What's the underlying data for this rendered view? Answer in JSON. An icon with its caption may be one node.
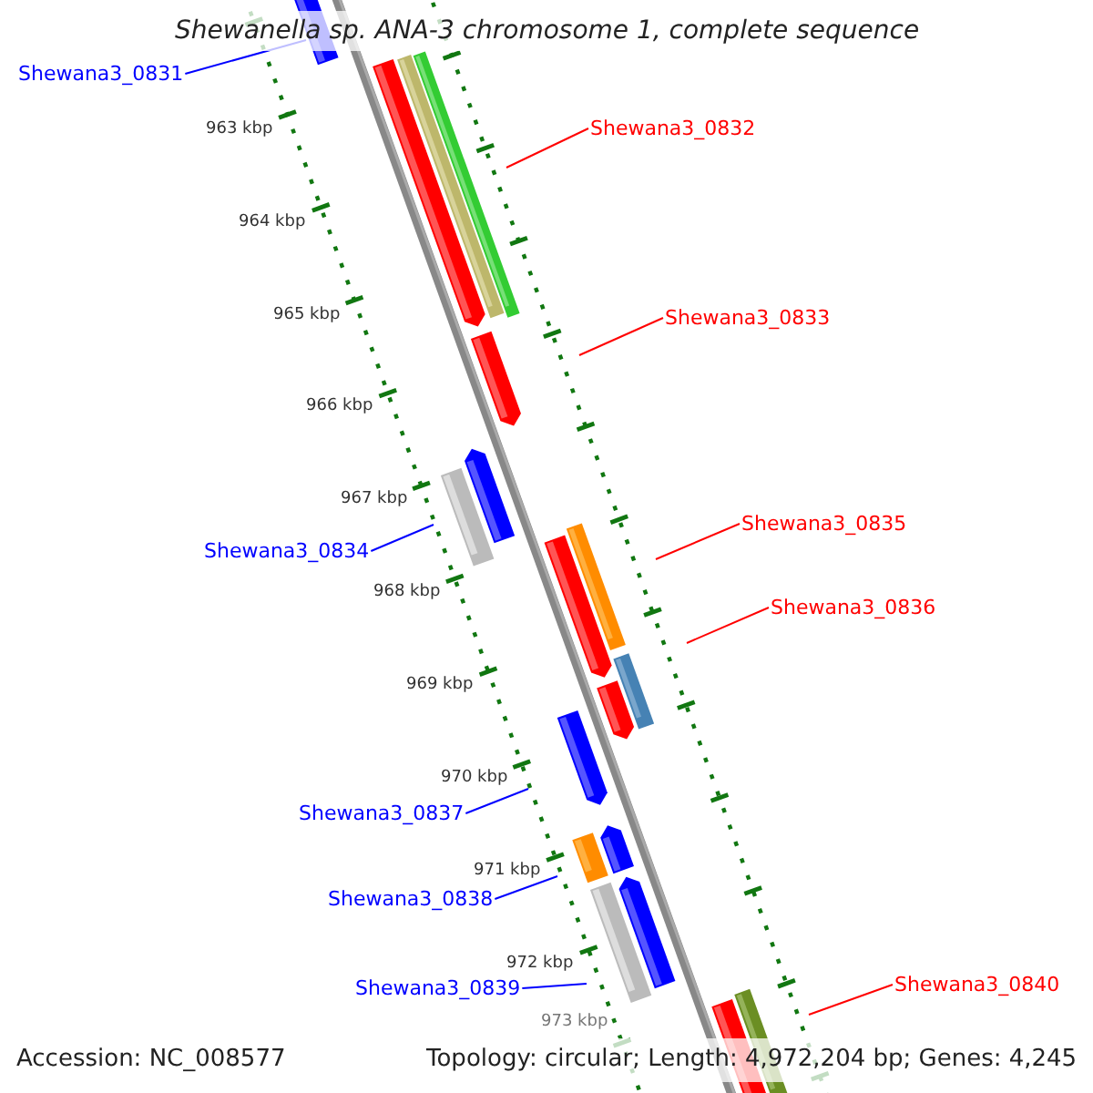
{
  "diagram": {
    "title": "Shewanella sp. ANA-3 chromosome 1, complete sequence",
    "nodes": [
      {
        "text": [
          "Shewana3_0831"
        ]
      },
      {
        "text": [
          "Shewana3_0832"
        ]
      },
      {
        "text": [
          "Shewana3_0833"
        ]
      },
      {
        "text": [
          "Shewana3_0834"
        ]
      },
      {
        "text": [
          "Shewana3_0835"
        ]
      },
      {
        "text": [
          "Shewana3_0836"
        ]
      },
      {
        "text": [
          "Shewana3_0837"
        ]
      },
      {
        "text": [
          "Shewana3_0838"
        ]
      },
      {
        "text": [
          "Shewana3_0839"
        ]
      },
      {
        "text": [
          "Shewana3_0840"
        ]
      }
    ],
    "edges": [
      {
        "from": 0,
        "to": null,
        "arrow": "none",
        "color": "#0000ff"
      },
      {
        "from": 1,
        "to": null,
        "arrow": "none",
        "color": "#ff0000"
      },
      {
        "from": 2,
        "to": null,
        "arrow": "none",
        "color": "#ff0000"
      },
      {
        "from": 3,
        "to": null,
        "arrow": "none",
        "color": "#0000ff"
      },
      {
        "from": 4,
        "to": null,
        "arrow": "none",
        "color": "#ff0000"
      },
      {
        "from": 5,
        "to": null,
        "arrow": "none",
        "color": "#ff0000"
      },
      {
        "from": 6,
        "to": null,
        "arrow": "none",
        "color": "#0000ff"
      },
      {
        "from": 7,
        "to": null,
        "arrow": "none",
        "color": "#0000ff"
      },
      {
        "from": 8,
        "to": null,
        "arrow": "none",
        "color": "#0000ff"
      },
      {
        "from": 9,
        "to": null,
        "arrow": "none",
        "color": "#ff0000"
      }
    ],
    "labels": [
      "963 kbp",
      "964 kbp",
      "965 kbp",
      "966 kbp",
      "967 kbp",
      "968 kbp",
      "969 kbp",
      "970 kbp",
      "971 kbp",
      "972 kbp",
      "973 kbp",
      "Accession: NC_008577",
      "Topology: circular; Length: 4,972,204 bp; Genes: 4,245"
    ]
  }
}
